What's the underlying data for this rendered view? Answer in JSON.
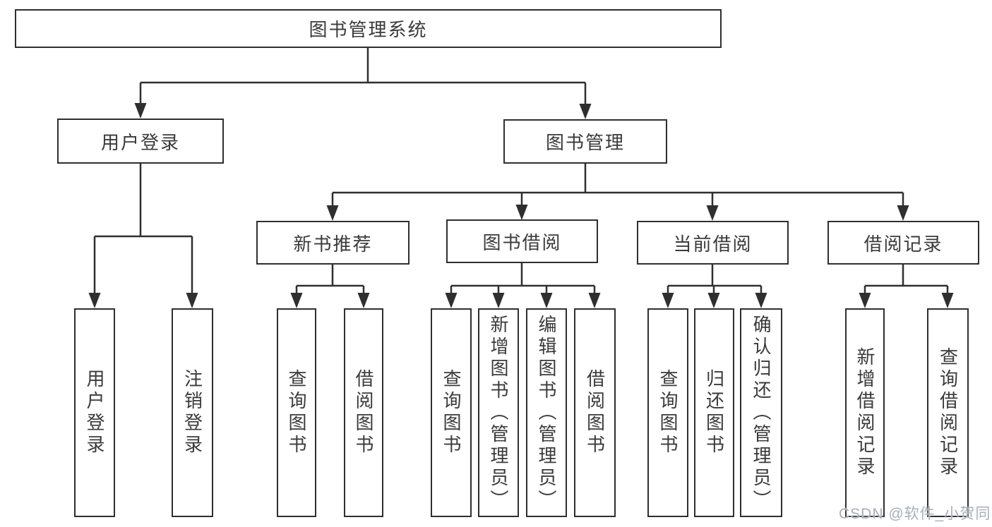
{
  "diagram": {
    "root": {
      "label": "图书管理系统"
    },
    "level2": [
      {
        "label": "用户登录"
      },
      {
        "label": "图书管理"
      }
    ],
    "level3": [
      {
        "label": "新书推荐",
        "parent": "图书管理"
      },
      {
        "label": "图书借阅",
        "parent": "图书管理"
      },
      {
        "label": "当前借阅",
        "parent": "图书管理"
      },
      {
        "label": "借阅记录",
        "parent": "图书管理"
      }
    ],
    "leaves": [
      {
        "label": "用户登录",
        "parent": "用户登录"
      },
      {
        "label": "注销登录",
        "parent": "用户登录"
      },
      {
        "label": "查询图书",
        "parent": "新书推荐"
      },
      {
        "label": "借阅图书",
        "parent": "新书推荐"
      },
      {
        "label": "查询图书",
        "parent": "图书借阅"
      },
      {
        "label": "新增图书（管理员）",
        "parent": "图书借阅"
      },
      {
        "label": "编辑图书（管理员）",
        "parent": "图书借阅"
      },
      {
        "label": "借阅图书",
        "parent": "图书借阅"
      },
      {
        "label": "查询图书",
        "parent": "当前借阅"
      },
      {
        "label": "归还图书",
        "parent": "当前借阅"
      },
      {
        "label": "确认归还（管理员）",
        "parent": "当前借阅"
      },
      {
        "label": "新增借阅记录",
        "parent": "借阅记录"
      },
      {
        "label": "查询借阅记录",
        "parent": "借阅记录"
      }
    ],
    "watermark": "CSDN @软件_小贺同学",
    "colors": {
      "line": "#2f2f2f",
      "box_border": "#2f2f2f",
      "text": "#3a3a3a",
      "background": "#ffffff",
      "watermark": "#a9aeb5"
    }
  }
}
